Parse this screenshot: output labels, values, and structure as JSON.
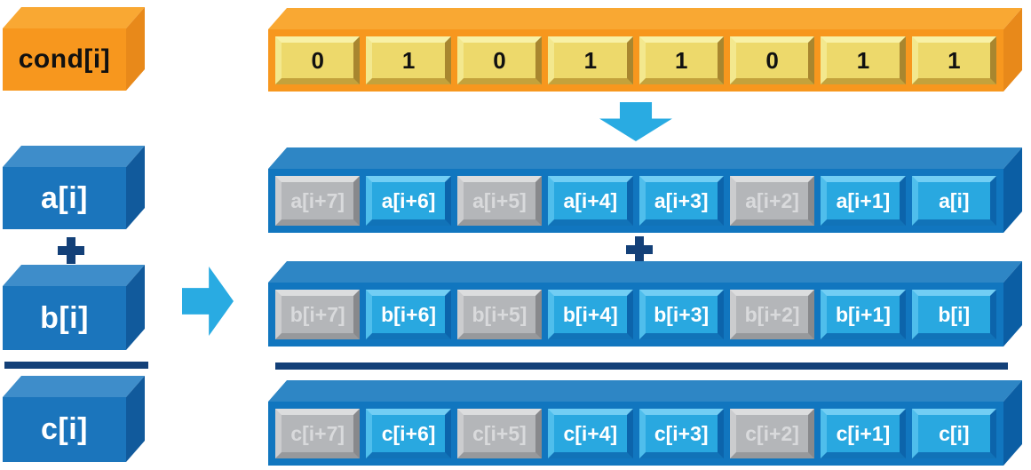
{
  "colors": {
    "orange_front": "#F7971E",
    "orange_top": "#F9A833",
    "orange_side": "#E8891A",
    "yellow_cell": "#EDD96B",
    "blue_frame": "#1176BF",
    "blue_frame_top": "#2E86C5",
    "blue_frame_side": "#0B5EA4",
    "blue_cell": "#29A8E0",
    "gray_cell": "#B4B6B9",
    "box_blue": "#1B75BC",
    "box_blue_top": "#3E8DCA",
    "box_blue_side": "#115A9C",
    "navy": "#134078",
    "arrow_blue": "#29ABE2"
  },
  "left_column": {
    "cond_box_label": "cond[i]",
    "a_box_label": "a[i]",
    "b_box_label": "b[i]",
    "c_box_label": "c[i]"
  },
  "operators": {
    "left_plus_label": "+",
    "right_plus_label": "+"
  },
  "bars": [
    {
      "id": "cond",
      "style": "yellow",
      "cells": [
        {
          "label": "0",
          "muted": false
        },
        {
          "label": "1",
          "muted": false
        },
        {
          "label": "0",
          "muted": false
        },
        {
          "label": "1",
          "muted": false
        },
        {
          "label": "1",
          "muted": false
        },
        {
          "label": "0",
          "muted": false
        },
        {
          "label": "1",
          "muted": false
        },
        {
          "label": "1",
          "muted": false
        }
      ]
    },
    {
      "id": "a",
      "style": "blue",
      "cells": [
        {
          "label": "a[i+7]",
          "muted": true
        },
        {
          "label": "a[i+6]",
          "muted": false
        },
        {
          "label": "a[i+5]",
          "muted": true
        },
        {
          "label": "a[i+4]",
          "muted": false
        },
        {
          "label": "a[i+3]",
          "muted": false
        },
        {
          "label": "a[i+2]",
          "muted": true
        },
        {
          "label": "a[i+1]",
          "muted": false
        },
        {
          "label": "a[i]",
          "muted": false
        }
      ]
    },
    {
      "id": "b",
      "style": "blue",
      "cells": [
        {
          "label": "b[i+7]",
          "muted": true
        },
        {
          "label": "b[i+6]",
          "muted": false
        },
        {
          "label": "b[i+5]",
          "muted": true
        },
        {
          "label": "b[i+4]",
          "muted": false
        },
        {
          "label": "b[i+3]",
          "muted": false
        },
        {
          "label": "b[i+2]",
          "muted": true
        },
        {
          "label": "b[i+1]",
          "muted": false
        },
        {
          "label": "b[i]",
          "muted": false
        }
      ]
    },
    {
      "id": "c",
      "style": "blue",
      "cells": [
        {
          "label": "c[i+7]",
          "muted": true
        },
        {
          "label": "c[i+6]",
          "muted": false
        },
        {
          "label": "c[i+5]",
          "muted": true
        },
        {
          "label": "c[i+4]",
          "muted": false
        },
        {
          "label": "c[i+3]",
          "muted": false
        },
        {
          "label": "c[i+2]",
          "muted": true
        },
        {
          "label": "c[i+1]",
          "muted": false
        },
        {
          "label": "c[i]",
          "muted": false
        }
      ]
    }
  ]
}
